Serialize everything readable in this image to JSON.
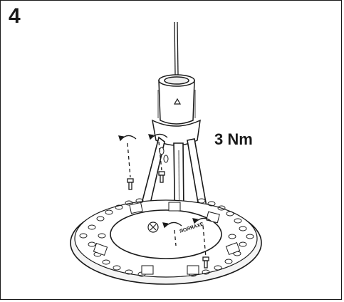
{
  "step": {
    "number": "4"
  },
  "torque": {
    "label": "3 Nm"
  },
  "fixture": {
    "brand_text": "ЯОЯЯАХЕ"
  },
  "icons": [
    "rotate-arrow-icon",
    "screw-icon",
    "cable-icon",
    "mounting-sleeve",
    "led-panel"
  ],
  "colors": {
    "line": "#1a1a1a",
    "background": "#ffffff",
    "panel_fill": "#f4f4f4"
  }
}
